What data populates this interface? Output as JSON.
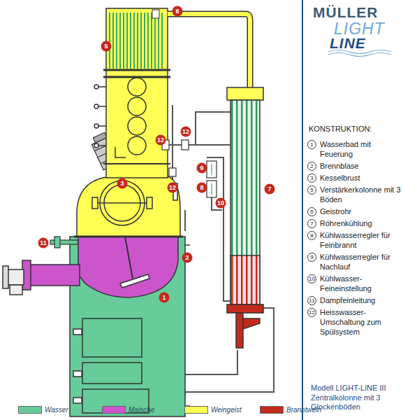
{
  "diagram": {
    "title": "KONSTRUKTION:",
    "caption": "Modell LIGHT-LINE III",
    "labels": [
      "6",
      "5",
      "12",
      "12",
      "9",
      "12",
      "8",
      "10",
      "3",
      "11",
      "2",
      "7",
      "1",
      "MÜLLER",
      "LIGHT",
      "LINE",
      "1",
      "Wasserbad mit Feuerung",
      "2",
      "Brennblase",
      "3",
      "Kesselbrust",
      "5",
      "Verstärkerkolonne mit 3 Böden",
      "6",
      "Geistrohr",
      "7",
      "Röhrenkühlung",
      "8",
      "Kühlwasserregler für Feinbrannt",
      "9",
      "Kühlwasserregler für Nachlauf",
      "10",
      "Kühlwasser-Feineinstellung",
      "11",
      "Dampfeinleitung",
      "12",
      "Heisswasser-Umschaltung zum Spülsystem",
      "Zentralkolonne mit 3 Glockenböden"
    ],
    "legend": [
      {
        "text": "Wasser",
        "color": "#66cc99"
      },
      {
        "text": "Maische",
        "color": "#cc55cc"
      },
      {
        "text": "Weingeist",
        "color": "#ffff55"
      },
      {
        "text": "Branntwein",
        "color": "#c42a1c"
      }
    ]
  }
}
